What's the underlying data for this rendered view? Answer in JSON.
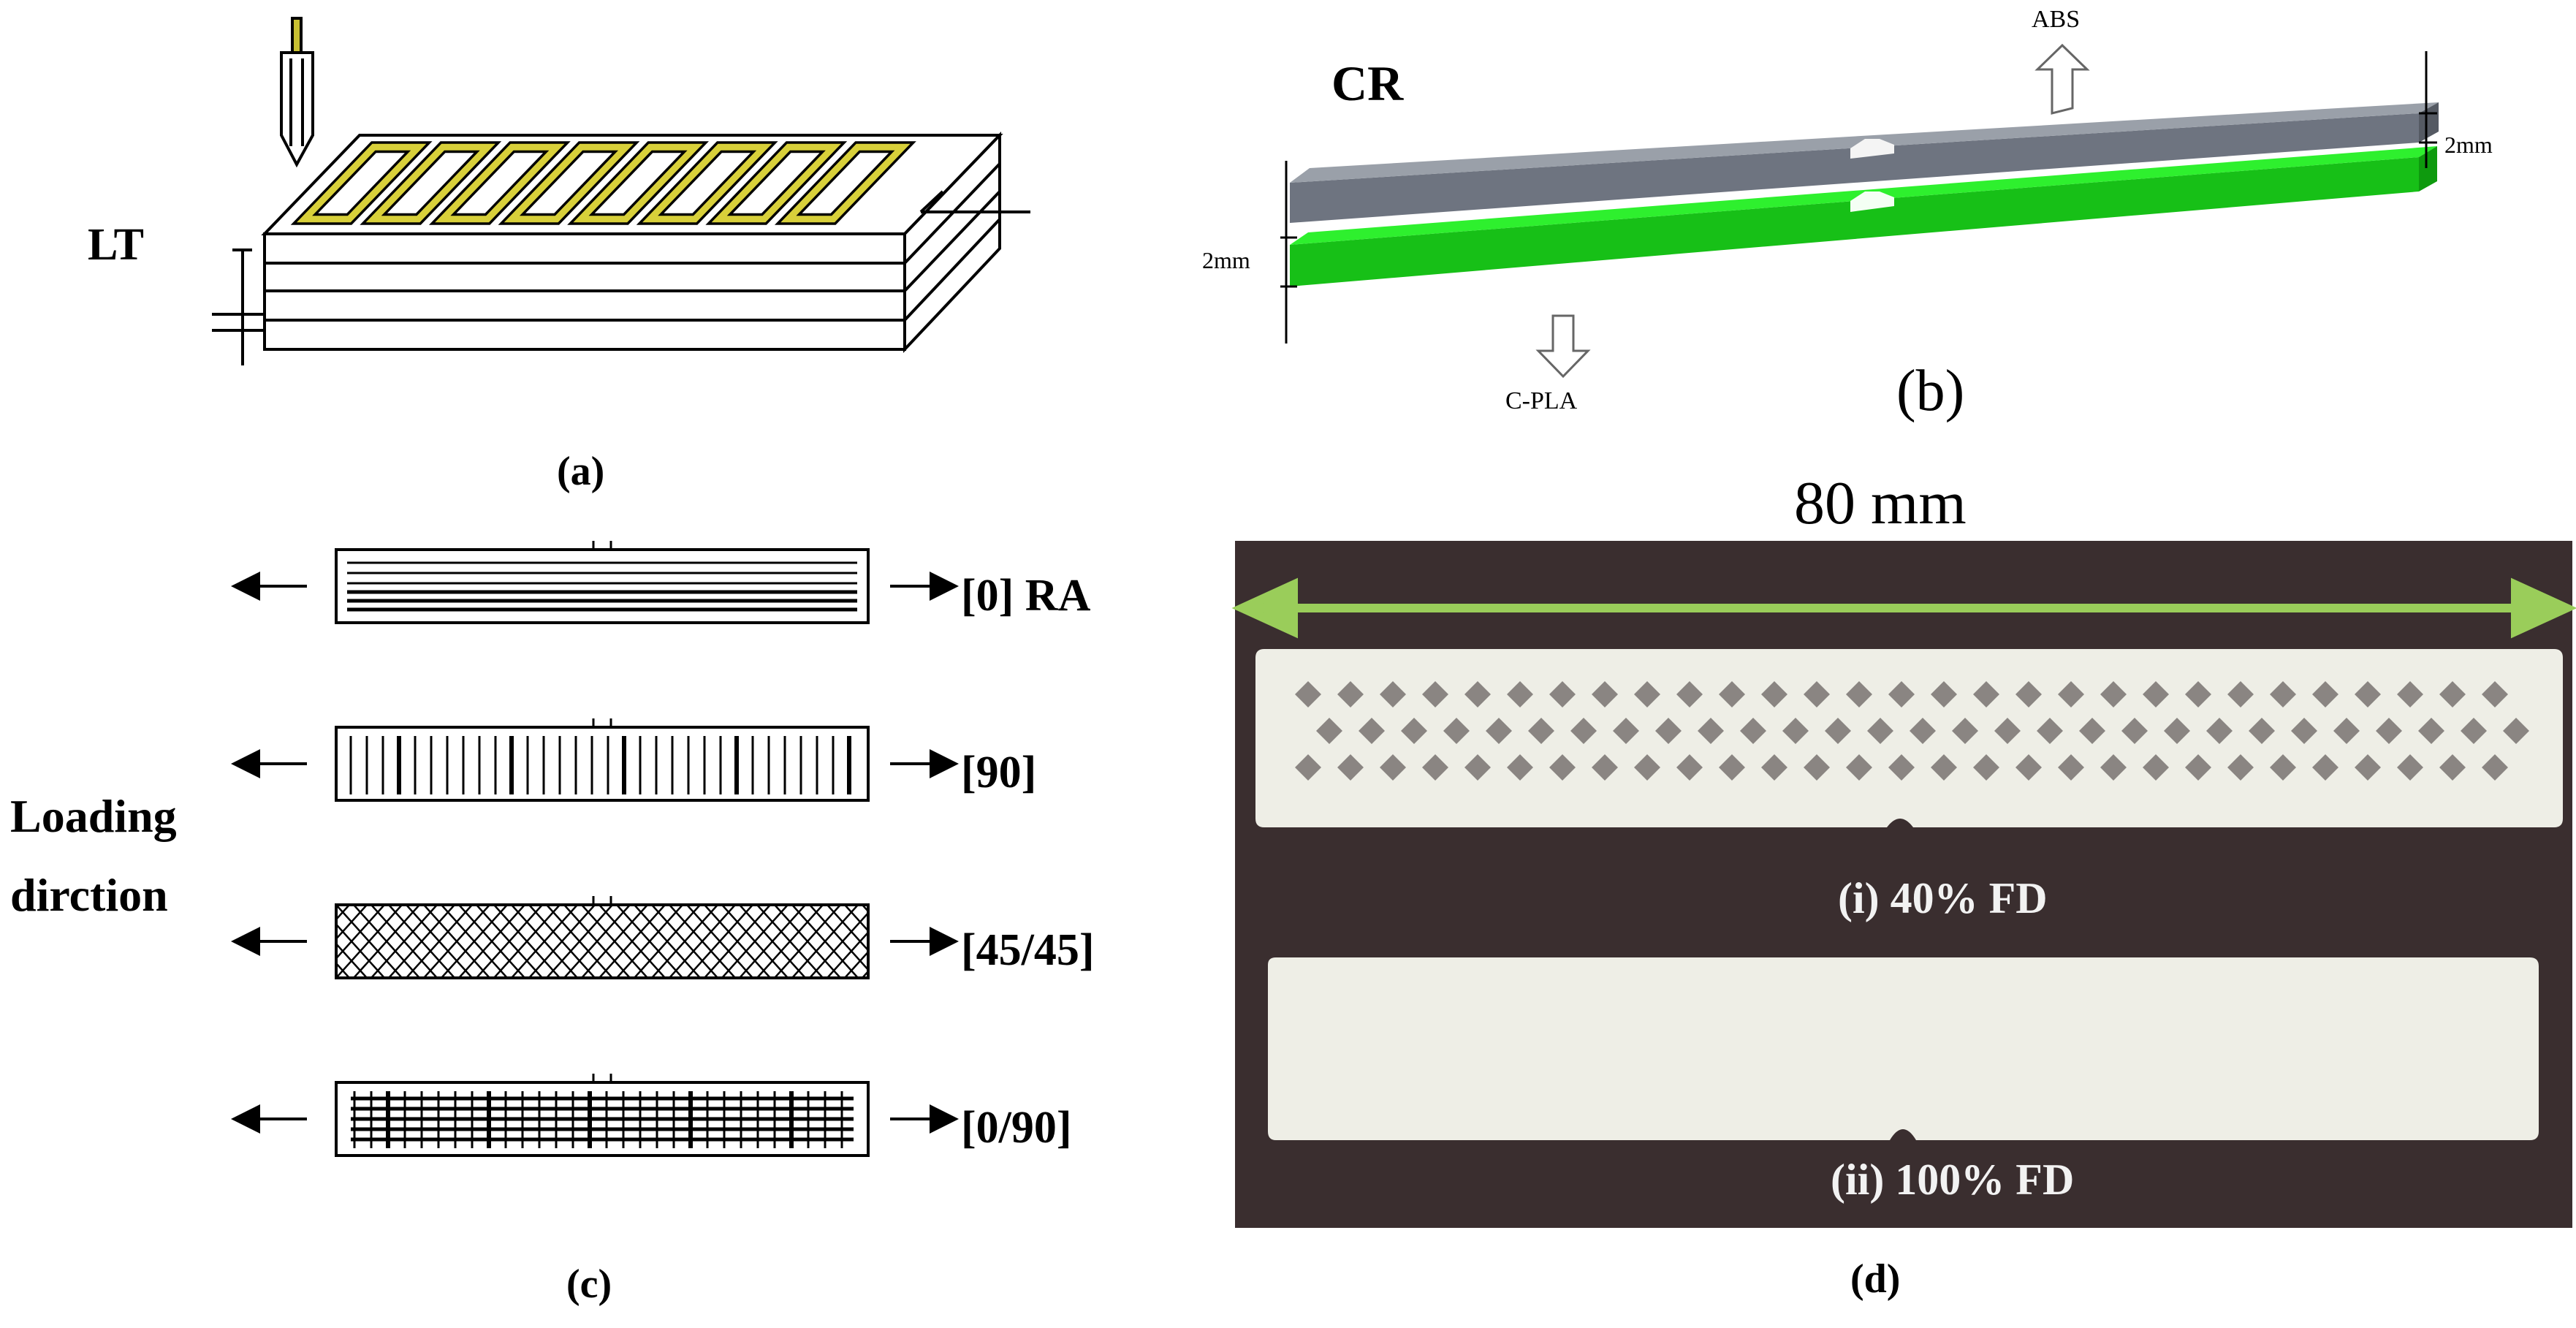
{
  "panel_a": {
    "caption": "(a)",
    "layer_label": "LT"
  },
  "panel_b": {
    "caption": "(b)",
    "title": "CR",
    "top_material": "ABS",
    "bottom_material": "C-PLA",
    "left_thickness": "2mm",
    "right_thickness": "2mm",
    "colors": {
      "top_plate": "#7e8591",
      "bottom_plate": "#1fd81f"
    }
  },
  "panel_c": {
    "caption": "(c)",
    "side_label_line1": "Loading",
    "side_label_line2": "dirction",
    "patterns": [
      {
        "label": "[0] RA",
        "style": "horizontal"
      },
      {
        "label": "[90]",
        "style": "vertical"
      },
      {
        "label": "[45/45]",
        "style": "diagonal"
      },
      {
        "label": "[0/90]",
        "style": "grid"
      }
    ]
  },
  "panel_d": {
    "caption": "(d)",
    "dimension": "80 mm",
    "samples": [
      {
        "label": "(i)  40% FD",
        "infill": "lattice"
      },
      {
        "label": "(ii)  100% FD",
        "infill": "solid"
      }
    ],
    "colors": {
      "arrow": "#9acd5a",
      "background": "#3a2e2f",
      "specimen": "#eeeee6"
    }
  }
}
